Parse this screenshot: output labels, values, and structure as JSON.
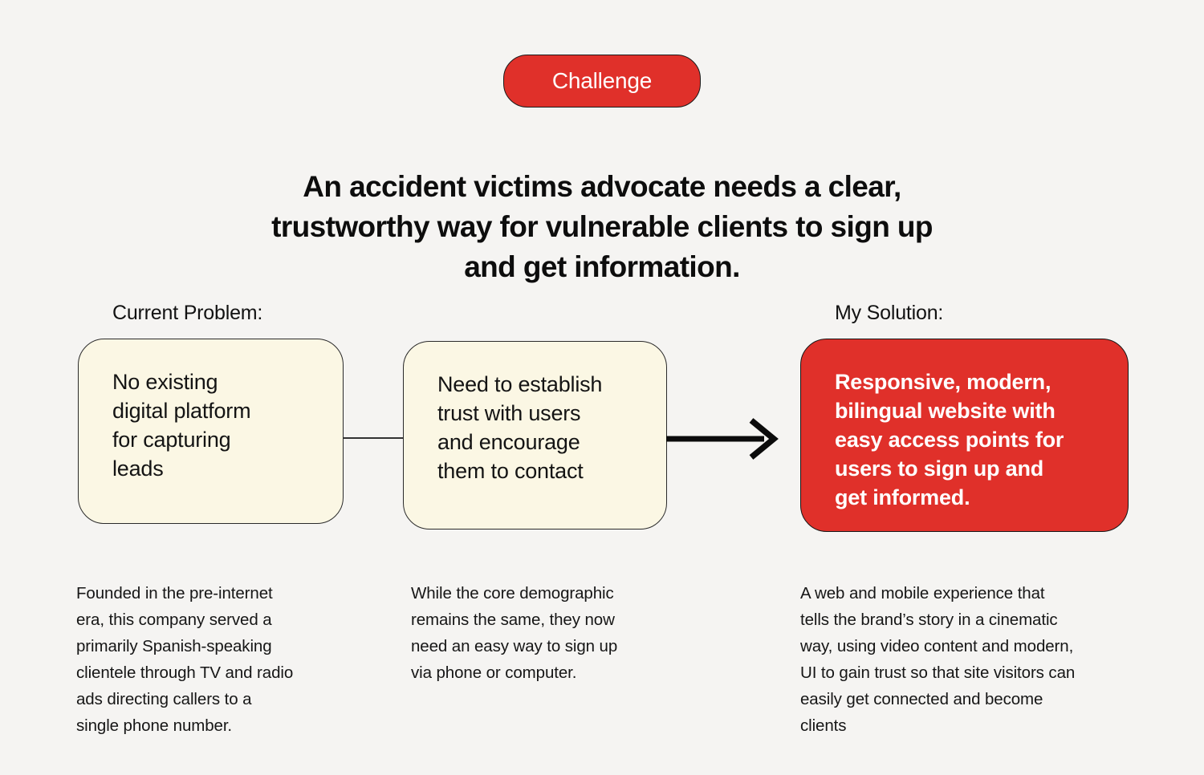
{
  "badge": {
    "label": "Challenge"
  },
  "heading": {
    "text": "An accident victims advocate needs a clear,\ntrustworthy way for vulnerable clients to sign up\nand get information."
  },
  "labels": {
    "problem": "Current Problem:",
    "solution": "My Solution:"
  },
  "cards": [
    {
      "id": "problem-1",
      "text": "No existing\ndigital platform\nfor capturing\nleads",
      "description": "Founded in the pre-internet\nera, this company served a\nprimarily Spanish-speaking\nclientele through TV and radio\nads directing callers to a\nsingle phone number."
    },
    {
      "id": "problem-2",
      "text": "Need to establish\ntrust with users\nand encourage\nthem to contact",
      "description": "While the core demographic\nremains the same, they now\nneed an easy way to sign up\nvia phone or computer."
    },
    {
      "id": "solution",
      "text": "Responsive, modern,\nbilingual website with\neasy access points for\nusers to sign up and\nget informed.",
      "description": "A web and mobile experience that\ntells the brand’s story in a cinematic\nway, using video content and modern,\nUI to gain trust so that site visitors can\neasily get connected and become\nclients"
    }
  ],
  "colors": {
    "background": "#f5f4f2",
    "accent_red": "#e0302a",
    "cream": "#fbf7e4",
    "border": "#1f1f1f",
    "text": "#121212",
    "white": "#ffffff"
  }
}
